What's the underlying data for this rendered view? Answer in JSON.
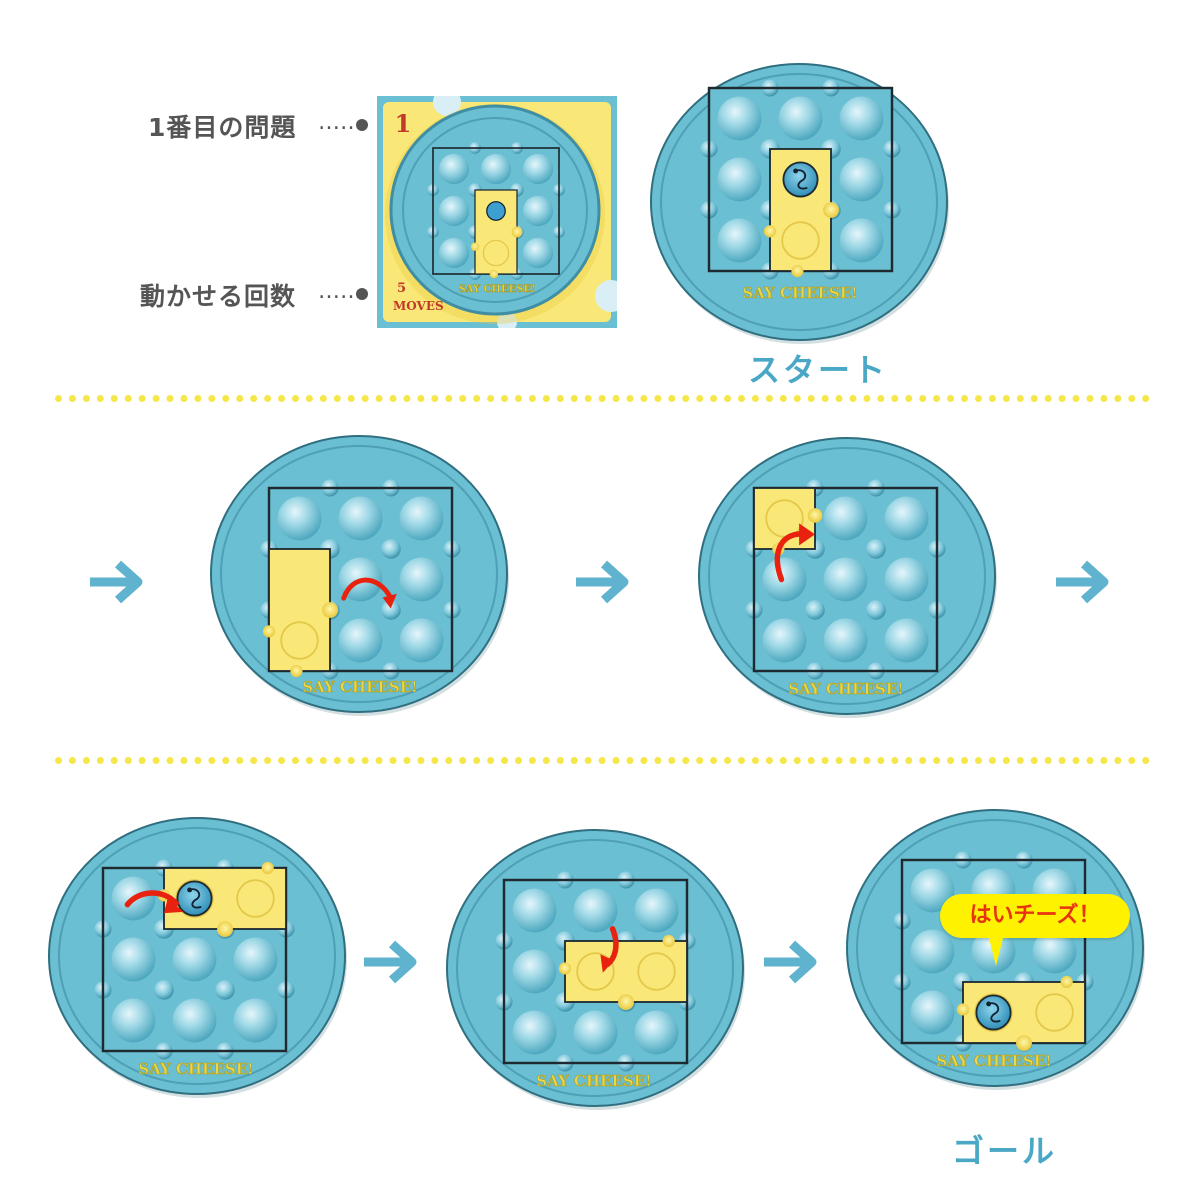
{
  "labels": {
    "problem_number": "1番目の問題",
    "moves_count": "動かせる回数",
    "leader": "……",
    "start": "スタート",
    "goal": "ゴール"
  },
  "card": {
    "number": "1",
    "moves_number": "5",
    "moves_word": "MOVES"
  },
  "board": {
    "brand": "SAY CHEESE!"
  },
  "speech_bubble": "はいチーズ！",
  "colors": {
    "board_blue": "#6bbfd2",
    "cheese_yellow": "#f9e878",
    "arrow_blue": "#5fb3cf",
    "red_arrow": "#e8220f",
    "dotted_line": "#f5e64a",
    "label_gray": "#555555",
    "stage_label": "#4aa8c6"
  },
  "icons": {
    "flow_arrow": "right-arrow-icon",
    "move_arrow": "curved-arrow-icon",
    "mouse": "mouse-icon"
  }
}
